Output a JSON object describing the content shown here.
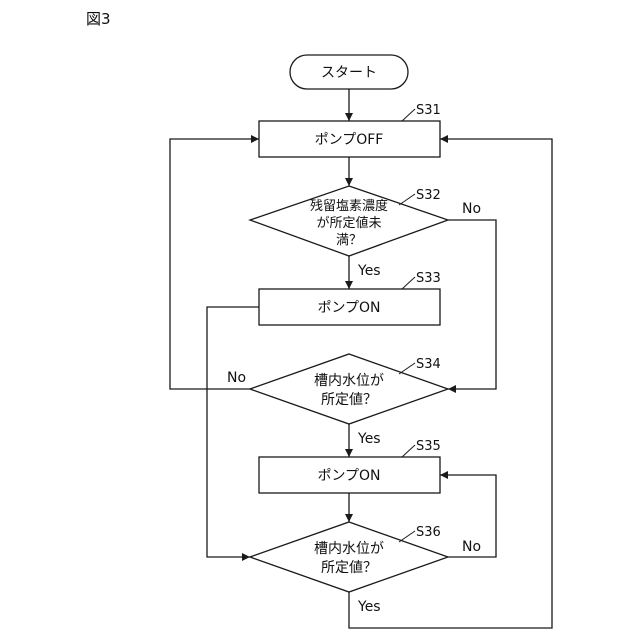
{
  "figure_label": "図3",
  "nodes": {
    "start": "スタート",
    "s31": {
      "step": "S31",
      "text": "ポンプOFF"
    },
    "s32": {
      "step": "S32",
      "lines": [
        "残留塩素濃度",
        "が所定値未",
        "満？"
      ]
    },
    "s33": {
      "step": "S33",
      "text": "ポンプON"
    },
    "s34": {
      "step": "S34",
      "lines": [
        "槽内水位が",
        "所定値？"
      ]
    },
    "s35": {
      "step": "S35",
      "text": "ポンプON"
    },
    "s36": {
      "step": "S36",
      "lines": [
        "槽内水位が",
        "所定値？"
      ]
    }
  },
  "branches": {
    "s32_no": "No",
    "s32_yes": "Yes",
    "s34_no": "No",
    "s34_yes": "Yes",
    "s36_no": "No",
    "s36_yes": "Yes"
  }
}
